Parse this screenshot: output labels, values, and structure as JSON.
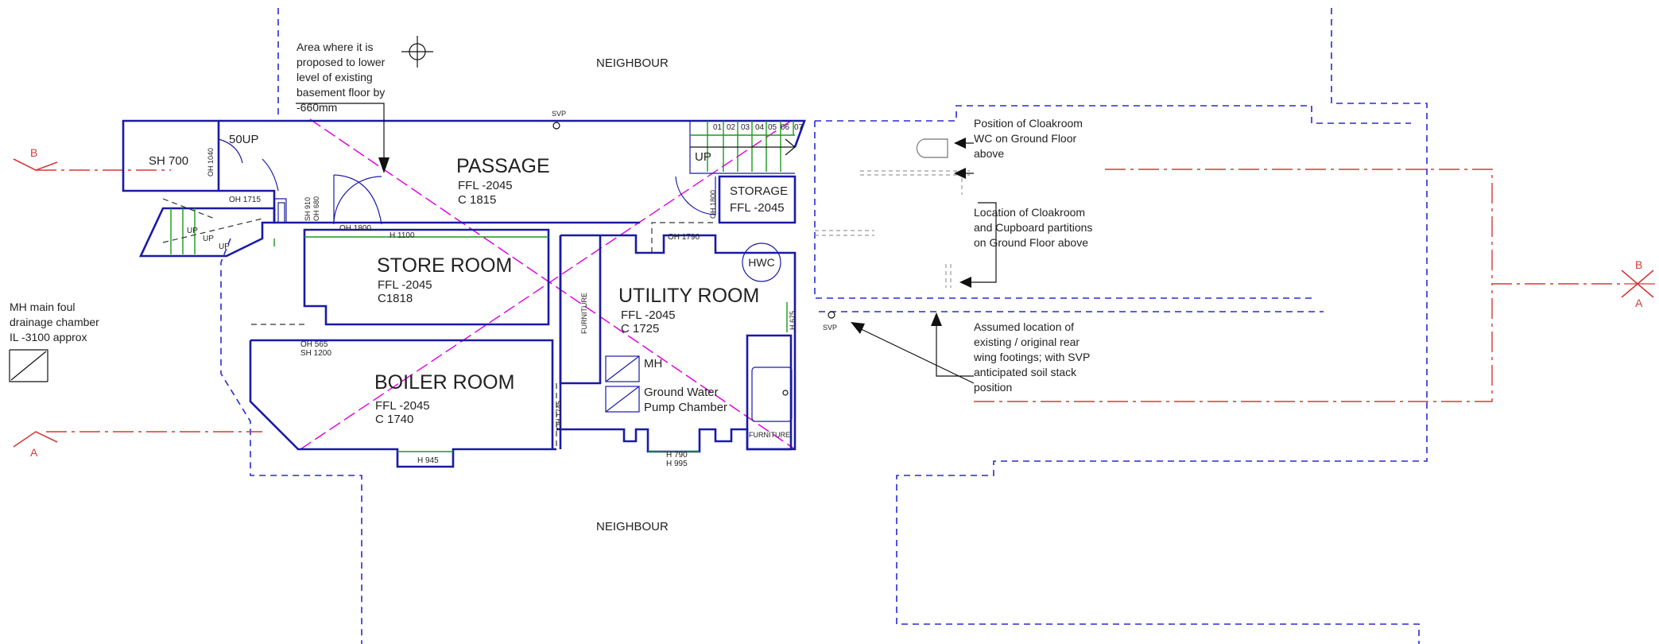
{
  "colors": {
    "wall": "#1a1aa6",
    "boundary": "#2a2ad0",
    "section_line": "#d43a3a",
    "lowered_floor_diagonal": "#e000e0",
    "stair_tread": "#1a9a1a"
  },
  "neighbours": {
    "top": "NEIGHBOUR",
    "bottom": "NEIGHBOUR"
  },
  "rooms": {
    "passage": {
      "name": "PASSAGE",
      "ffl": "FFL -2045",
      "ceiling": "C 1815"
    },
    "store": {
      "name": "STORE ROOM",
      "ffl": "FFL -2045",
      "ceiling": "C1818"
    },
    "utility": {
      "name": "UTILITY ROOM",
      "ffl": "FFL -2045",
      "ceiling": "C 1725"
    },
    "boiler": {
      "name": "BOILER ROOM",
      "ffl": "FFL -2045",
      "ceiling": "C 1740"
    },
    "storage": {
      "name": "STORAGE",
      "ffl": "FFL -2045"
    }
  },
  "labels": {
    "sh700": "SH 700",
    "up50": "50UP",
    "oh1040": "OH 1040",
    "oh1715": "OH 1715",
    "sh910": "SH 910",
    "oh680": "OH 680",
    "oh1800_passage": "OH 1800",
    "h1100": "H 1100",
    "oh1790": "OH 1790",
    "oh1800_storage": "OH 1800",
    "hwc": "HWC",
    "furniture_utility": "FURNITURE",
    "furniture_corner": "FURNITURE",
    "h675": "H 675",
    "mh": "MH",
    "gw_line1": "Ground Water",
    "gw_line2": "Pump Chamber",
    "oh1745": "OH 1745",
    "oh565": "OH 565",
    "sh1200": "SH 1200",
    "h945": "H 945",
    "h790": "H 790",
    "h995": "H 995",
    "svp_top": "SVP",
    "svp_right": "SVP",
    "up_main": "UP",
    "up_a": "UP",
    "up_b": "UP",
    "up_c": "UP",
    "stair_steps": [
      "01",
      "02",
      "03",
      "04",
      "05",
      "06",
      "07"
    ]
  },
  "section_markers": {
    "a_left": "A",
    "b_left": "B",
    "a_right": "A",
    "b_right": "B"
  },
  "notes": {
    "lower_floor": [
      "Area where it is",
      "proposed to lower",
      "level of existing",
      "basement floor by",
      "-660mm"
    ],
    "mh_chamber": [
      "MH main foul",
      "drainage chamber",
      "IL -3100 approx"
    ],
    "cloakroom_wc": [
      "Position of Cloakroom",
      "WC on Ground Floor",
      "above"
    ],
    "partitions": [
      "Location of Cloakroom",
      "and Cupboard partitions",
      "on Ground Floor above"
    ],
    "footings": [
      "Assumed location of",
      "existing / original rear",
      "wing footings; with SVP",
      "anticipated soil stack",
      "position"
    ]
  }
}
